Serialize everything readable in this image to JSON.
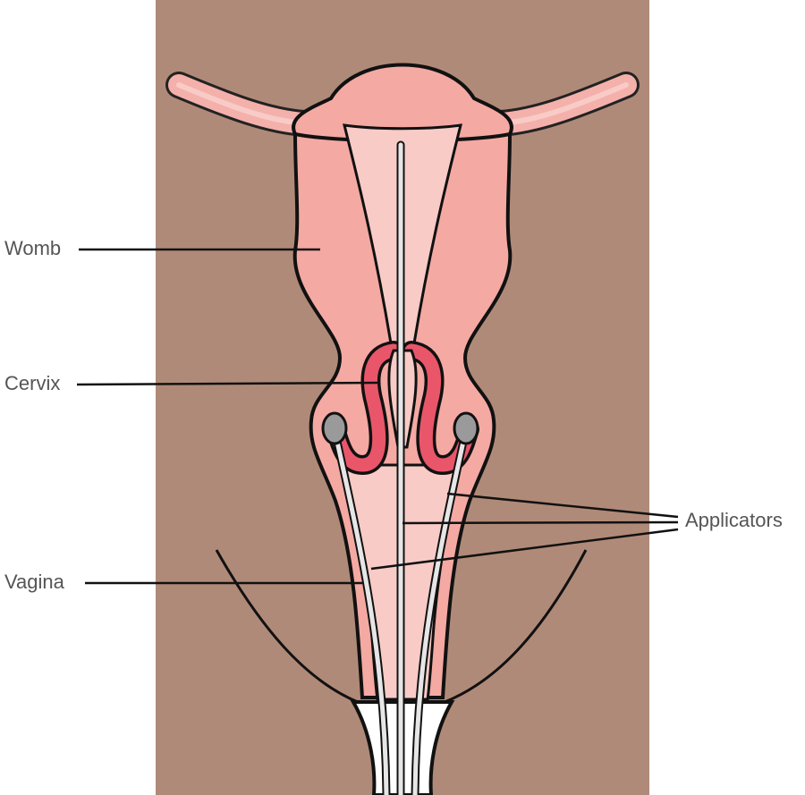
{
  "labels": {
    "womb": "Womb",
    "cervix": "Cervix",
    "vagina": "Vagina",
    "applicators": "Applicators"
  },
  "colors": {
    "background": "#b08a78",
    "tissue": "#f4a9a3",
    "cavity": "#f8cbc6",
    "cervix": "#e9566a",
    "applicator": "#9a9a9a"
  }
}
